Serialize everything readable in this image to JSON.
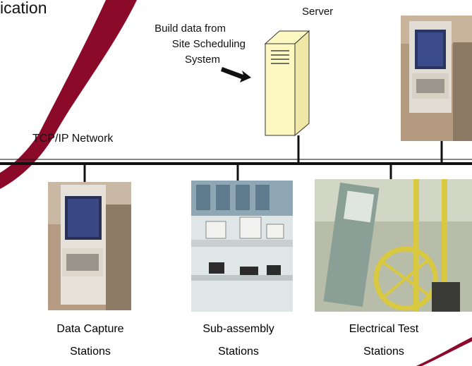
{
  "slide": {
    "title_fragment": "ication",
    "accent_color": "#8b0a2a",
    "network_color": "#111111"
  },
  "server": {
    "label": "Server",
    "icon": "server-tower-icon",
    "color": "#fdf8c2"
  },
  "build_note": {
    "line1": "Build data from",
    "line2": "Site Scheduling",
    "line3": "System",
    "arrow_icon": "arrow-right-icon"
  },
  "network": {
    "label": "TCP/IP Network"
  },
  "stations": [
    {
      "line1": "Data Capture",
      "line2": "Stations",
      "photo": "data-capture-kiosk-photo"
    },
    {
      "line1": "Sub-assembly",
      "line2": "Stations",
      "photo": "sub-assembly-lab-photo"
    },
    {
      "line1": "Electrical Test",
      "line2": "Stations",
      "photo": "electrical-test-photo"
    }
  ],
  "top_right_photo": "kiosk-terminal-photo"
}
